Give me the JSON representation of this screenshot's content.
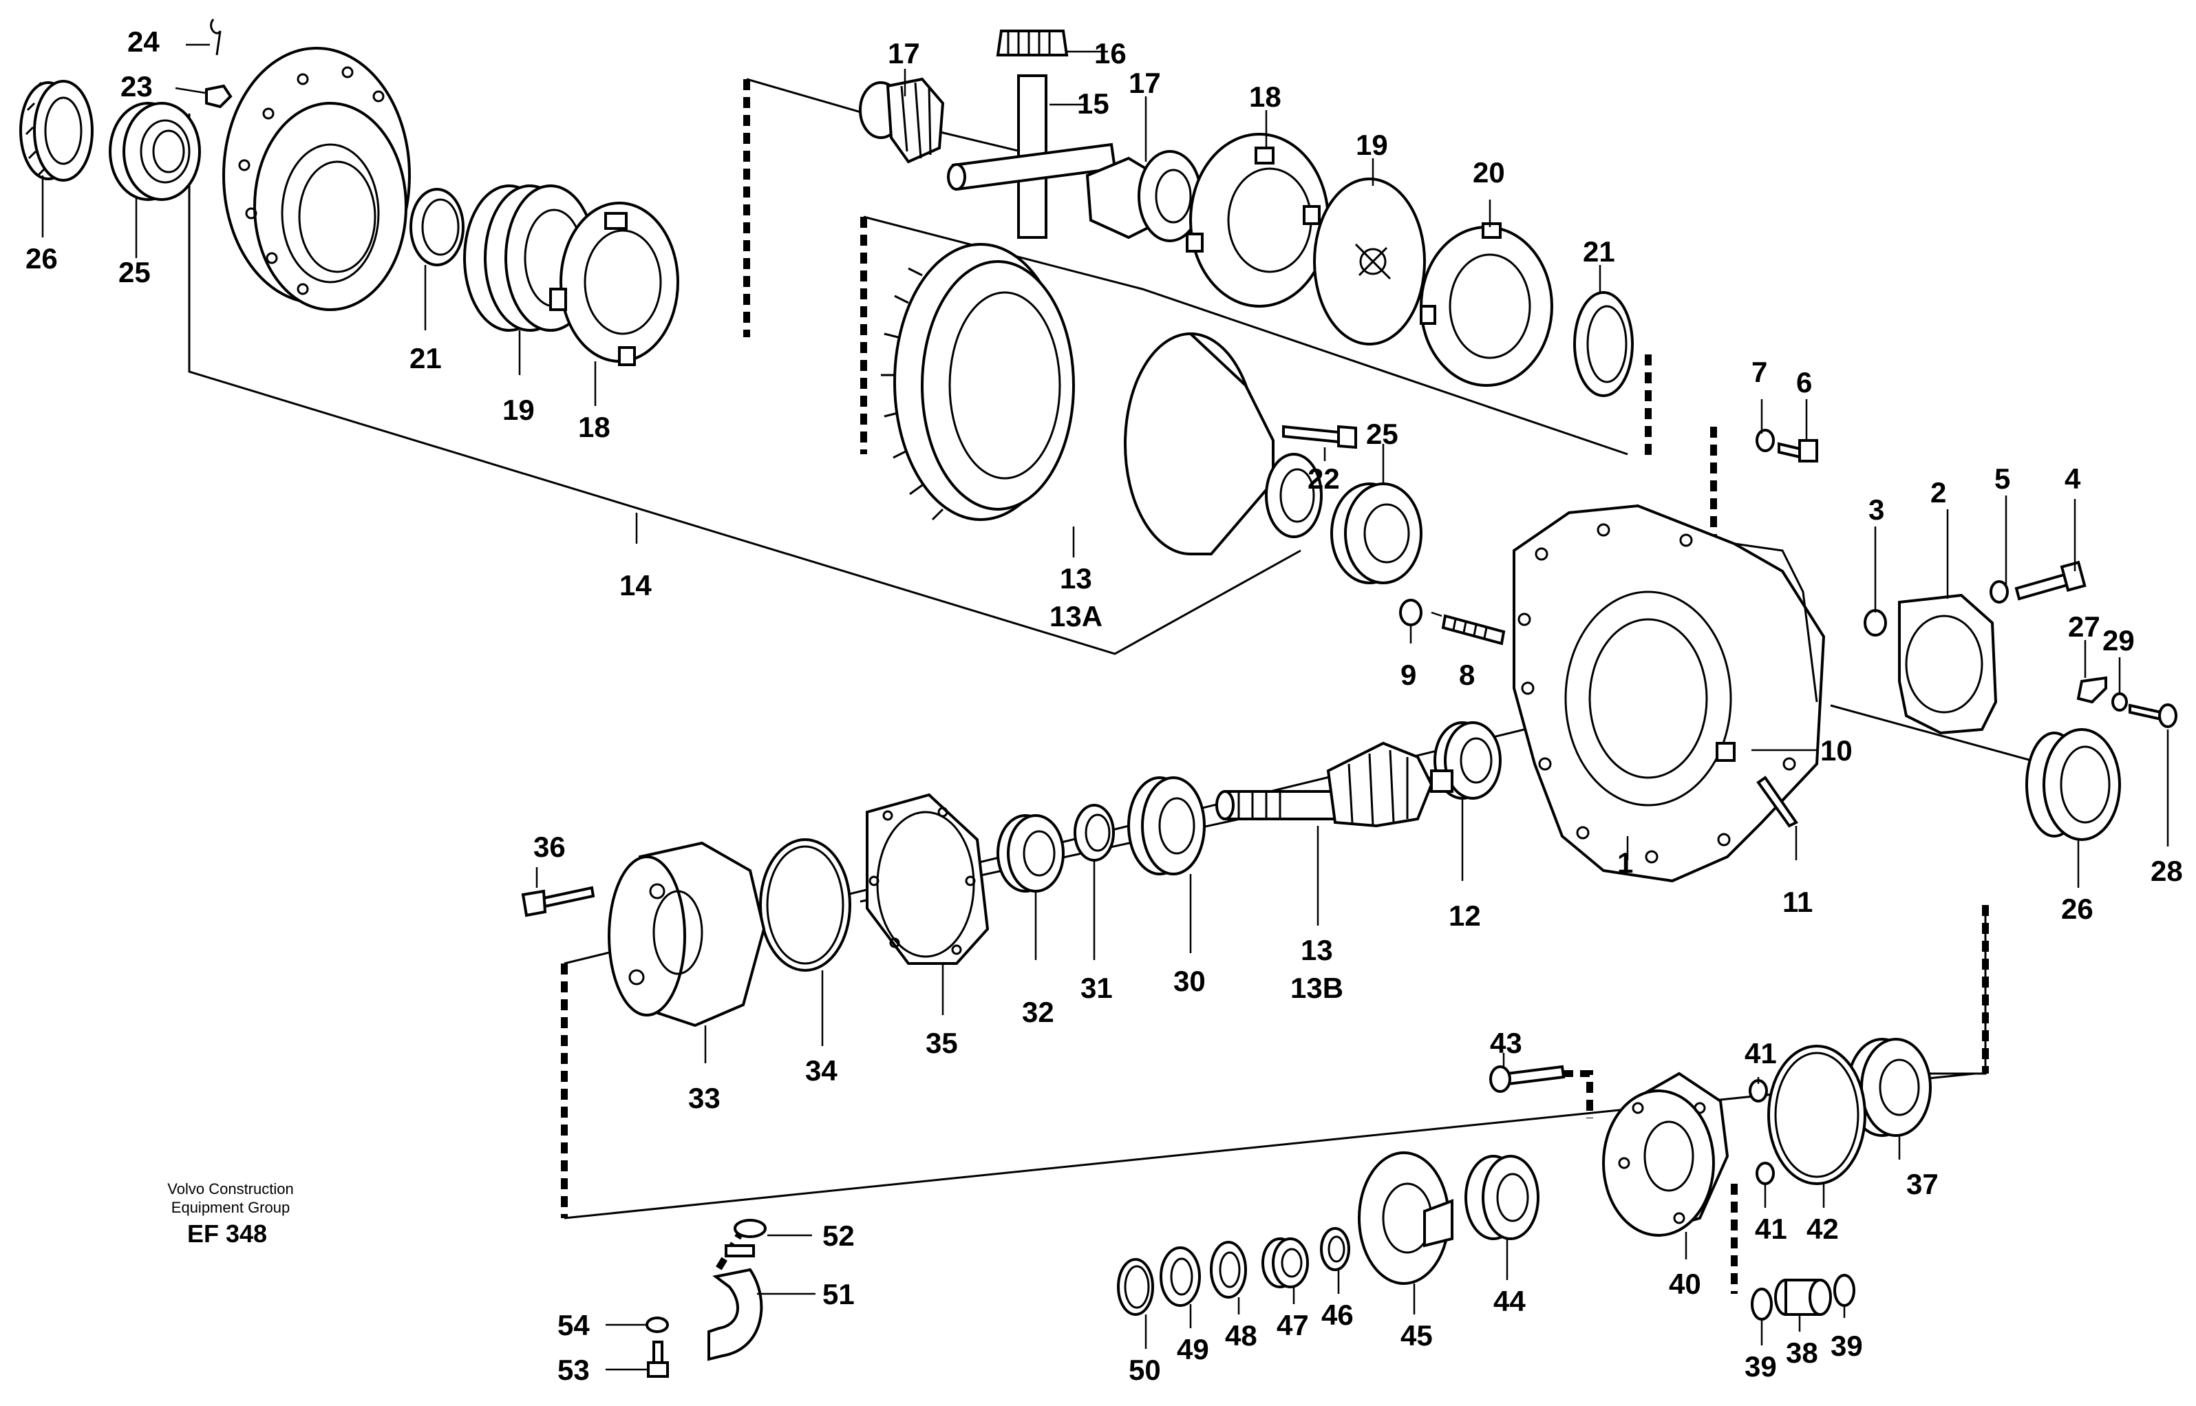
{
  "publisher": {
    "line1": "Volvo Construction",
    "line2": "Equipment Group",
    "code": "EF 348"
  },
  "callouts": {
    "c1": "1",
    "c2": "2",
    "c3": "3",
    "c4": "4",
    "c5": "5",
    "c6": "6",
    "c7": "7",
    "c8": "8",
    "c9": "9",
    "c10": "10",
    "c11": "11",
    "c12": "12",
    "c13a": "13",
    "c13a_sub": "13A",
    "c13b": "13",
    "c13b_sub": "13B",
    "c14": "14",
    "c15": "15",
    "c16": "16",
    "c17a": "17",
    "c17b": "17",
    "c18a": "18",
    "c18b": "18",
    "c19a": "19",
    "c19b": "19",
    "c20": "20",
    "c21a": "21",
    "c21b": "21",
    "c22": "22",
    "c23": "23",
    "c24": "24",
    "c25a": "25",
    "c25b": "25",
    "c26a": "26",
    "c26b": "26",
    "c27": "27",
    "c28": "28",
    "c29": "29",
    "c30": "30",
    "c31": "31",
    "c32": "32",
    "c33": "33",
    "c34": "34",
    "c35": "35",
    "c36": "36",
    "c37": "37",
    "c38": "38",
    "c39a": "39",
    "c39b": "39",
    "c40": "40",
    "c41a": "41",
    "c41b": "41",
    "c42": "42",
    "c43": "43",
    "c44": "44",
    "c45": "45",
    "c46": "46",
    "c47": "47",
    "c48": "48",
    "c49": "49",
    "c50": "50",
    "c51": "51",
    "c52": "52",
    "c53": "53",
    "c54": "54"
  }
}
